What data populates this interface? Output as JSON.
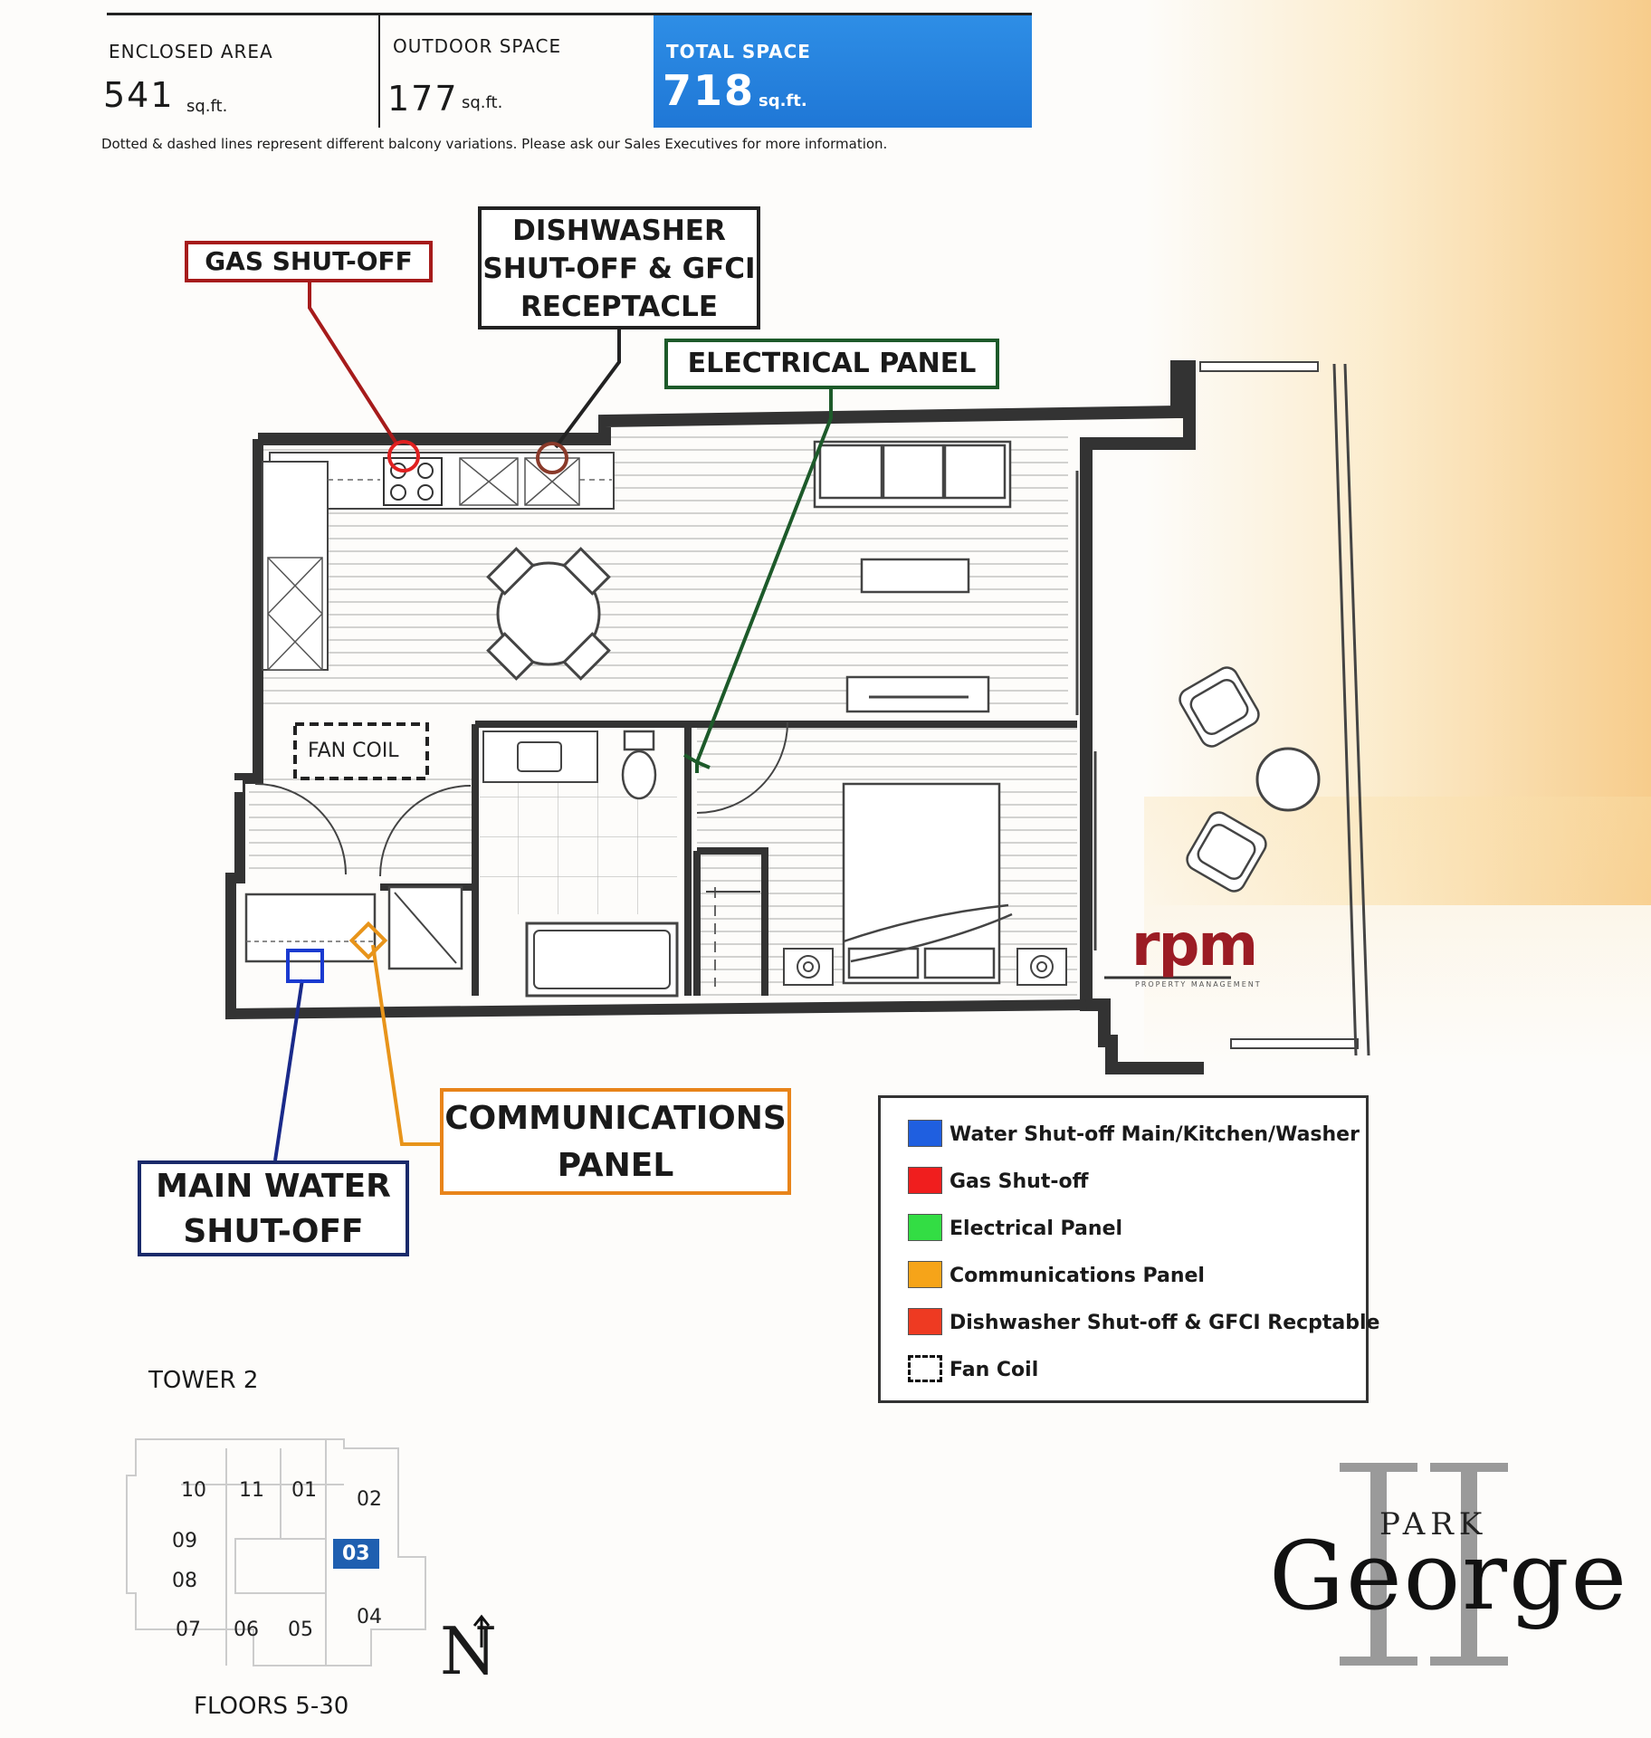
{
  "areas": {
    "enclosed": {
      "label": "ENCLOSED AREA",
      "value": "541",
      "unit": "sq.ft."
    },
    "outdoor": {
      "label": "OUTDOOR SPACE",
      "value": "177",
      "unit": "sq.ft."
    },
    "total": {
      "label": "TOTAL SPACE",
      "value": "718",
      "unit": "sq.ft."
    }
  },
  "note": "Dotted & dashed lines represent different balcony variations. Please ask our Sales Executives for more information.",
  "callouts": {
    "gas": "GAS SHUT-OFF",
    "dishwasher": [
      "DISHWASHER",
      "SHUT-OFF & GFCI",
      "RECEPTACLE"
    ],
    "electrical": "ELECTRICAL PANEL",
    "communications": [
      "COMMUNICATIONS",
      "PANEL"
    ],
    "water": [
      "MAIN WATER",
      "SHUT-OFF"
    ]
  },
  "plan": {
    "fan_coil": "FAN COIL"
  },
  "legend": [
    {
      "label": "Water Shut-off Main/Kitchen/Washer",
      "color": "#1f5fe0"
    },
    {
      "label": "Gas Shut-off",
      "color": "#f01e1e"
    },
    {
      "label": "Electrical Panel",
      "color": "#33dd44"
    },
    {
      "label": "Communications Panel",
      "color": "#f6a419"
    },
    {
      "label": "Dishwasher Shut-off & GFCI Recptable",
      "color": "#ee3a22"
    },
    {
      "label": "Fan Coil",
      "color": "dashed"
    }
  ],
  "colors": {
    "gas": "#a61b1b",
    "dishwasher": "#5a2a1a",
    "electrical": "#1d5a2a",
    "communications": "#e8841a",
    "water": "#1a2a8a",
    "total_bg": "#1f77d6",
    "rpm": "#9b1c24"
  },
  "keyplan": {
    "tower": "TOWER 2",
    "floors": "FLOORS 5-30",
    "units": [
      "10",
      "11",
      "01",
      "02",
      "09",
      "03",
      "08",
      "07",
      "06",
      "05",
      "04"
    ],
    "selected": "03",
    "north": "N"
  },
  "branding": {
    "rpm": "rpm",
    "rpm_sub": "PROPERTY MANAGEMENT",
    "logo_park": "PARK",
    "logo_george": "George"
  }
}
